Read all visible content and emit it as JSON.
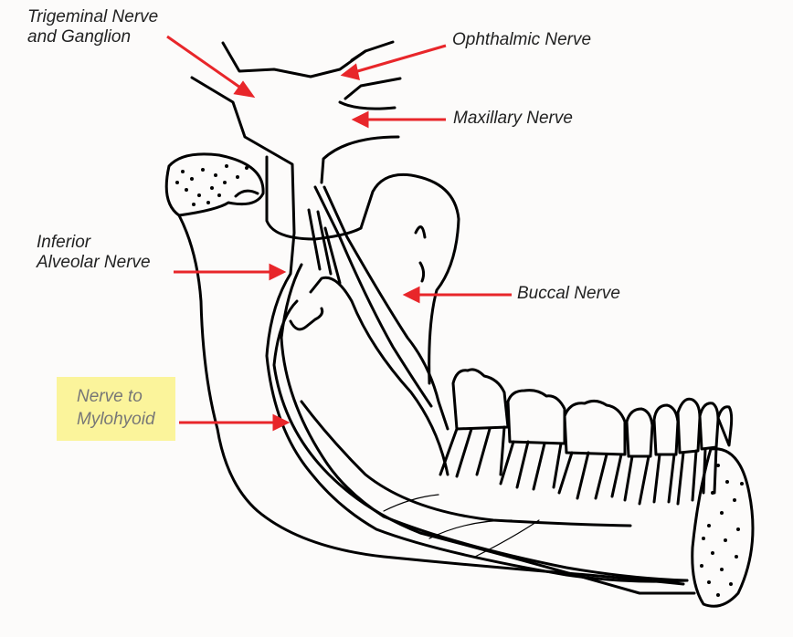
{
  "colors": {
    "background": "#fcfbfa",
    "line": "#000000",
    "arrow": "#e8262a",
    "highlight": "#fbf49b",
    "text": "#222222"
  },
  "labels": {
    "trigeminal": {
      "line1": "Trigeminal Nerve",
      "line2": "and Ganglion"
    },
    "ophthalmic": {
      "line1": "Ophthalmic Nerve"
    },
    "maxillary": {
      "line1": "Maxillary Nerve"
    },
    "inferior_alveolar": {
      "line1": "Inferior",
      "line2": "Alveolar Nerve"
    },
    "buccal": {
      "line1": "Buccal Nerve"
    },
    "mylohyoid": {
      "line1": "Nerve to",
      "line2": "Mylohyoid"
    }
  }
}
